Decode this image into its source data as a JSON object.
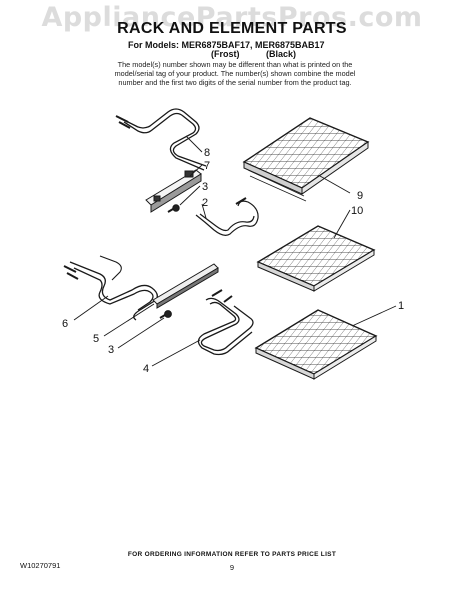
{
  "watermark": "AppliancePartsPros.com",
  "header": {
    "title": "RACK AND ELEMENT PARTS",
    "models": "For Models: MER6875BAF17, MER6875BAB17",
    "variant_1": "(Frost)",
    "variant_2": "(Black)"
  },
  "note": "The model(s) number shown may be different than what is printed on the model/serial tag of your product. The number(s) shown combine the model number and the first two digits of the serial number from the product tag.",
  "callouts": {
    "c8": "8",
    "c7": "7",
    "c3a": "3",
    "c2": "2",
    "c9": "9",
    "c10": "10",
    "c6": "6",
    "c5": "5",
    "c3b": "3",
    "c4": "4",
    "c1": "1"
  },
  "footer": {
    "ordering": "FOR ORDERING INFORMATION REFER TO PARTS PRICE LIST",
    "doc_number": "W10270791",
    "page": "9"
  },
  "colors": {
    "line": "#1a1a1a",
    "watermark": "#dcdcdc"
  }
}
